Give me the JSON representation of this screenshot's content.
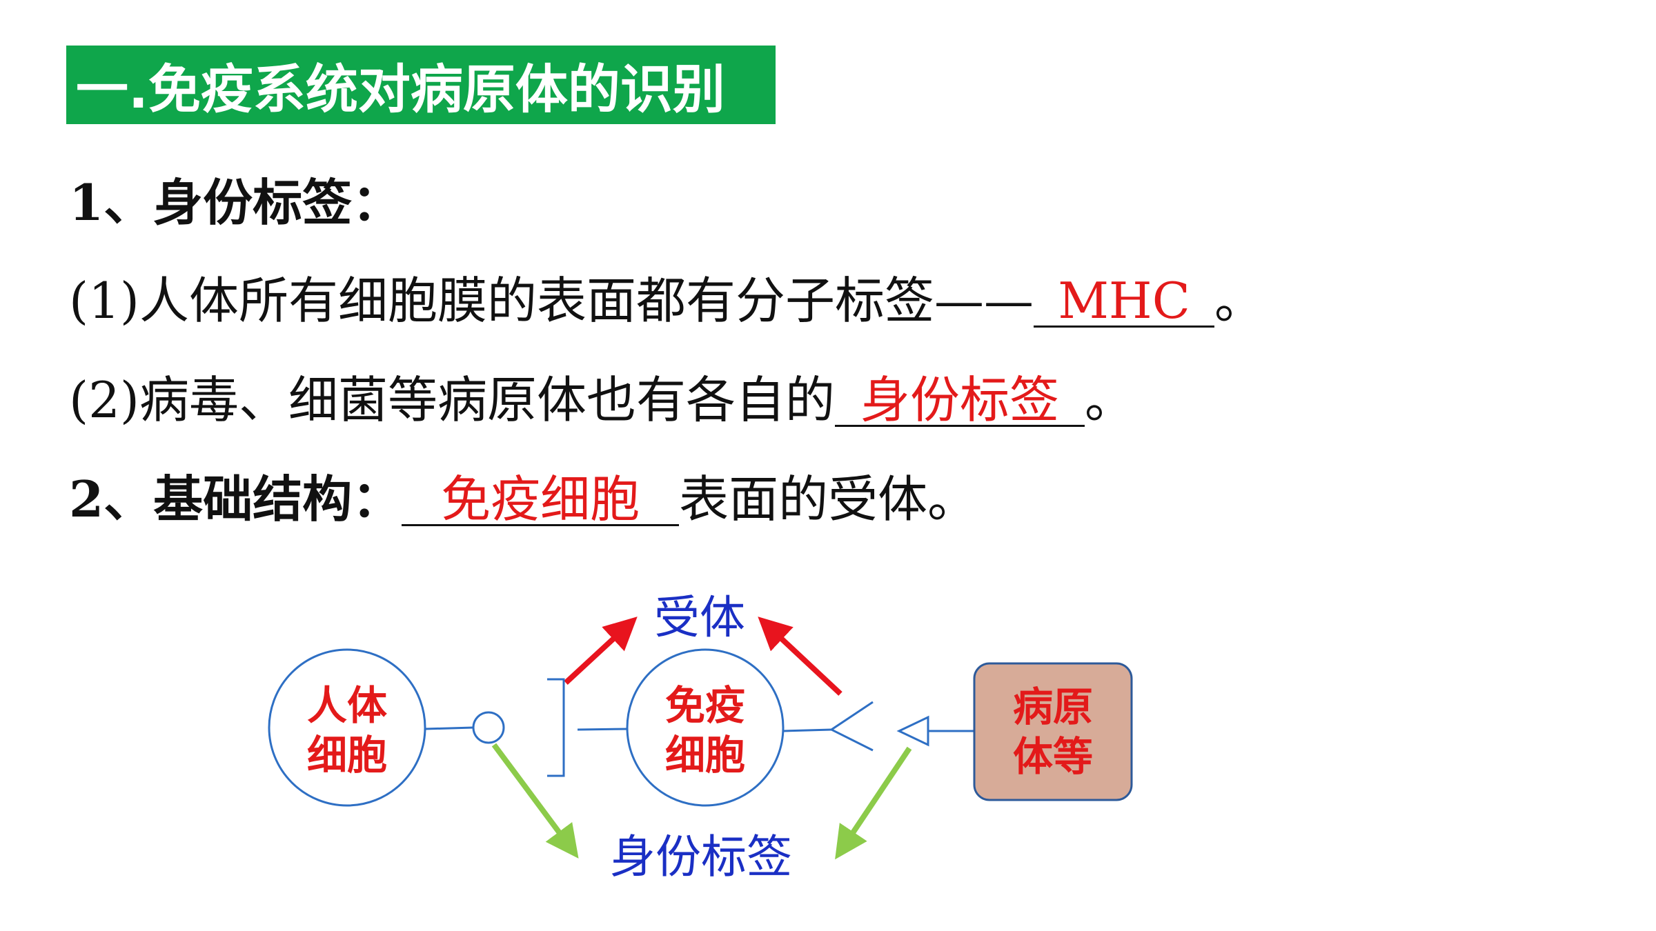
{
  "section_title": "一.免疫系统对病原体的识别",
  "item1": {
    "heading": "1、身份标签："
  },
  "item1_1": {
    "prefix": "(1)人体所有细胞膜的表面都有分子标签——",
    "answer": "MHC",
    "suffix": "。"
  },
  "item1_2": {
    "prefix": "(2)病毒、细菌等病原体也有各自的",
    "answer": "身份标签",
    "suffix": "。"
  },
  "item2": {
    "prefix": "2、基础结构：",
    "answer": "免疫细胞",
    "suffix": "表面的受体。"
  },
  "diagram": {
    "human_cell": [
      "人体",
      "细胞"
    ],
    "immune_cell": [
      "免疫",
      "细胞"
    ],
    "pathogen": [
      "病原",
      "体等"
    ],
    "receptor_label": "受体",
    "identity_label": "身份标签",
    "colors": {
      "answer_red": "#e31a1a",
      "label_blue": "#1a2fc4",
      "circle_stroke": "#2e6fc4",
      "red_arrow": "#e8141e",
      "green_arrow": "#8ccb4a",
      "pathogen_fill": "#d7ab98",
      "pathogen_stroke": "#2d5a9a",
      "banner_green": "#0fa64b"
    }
  }
}
